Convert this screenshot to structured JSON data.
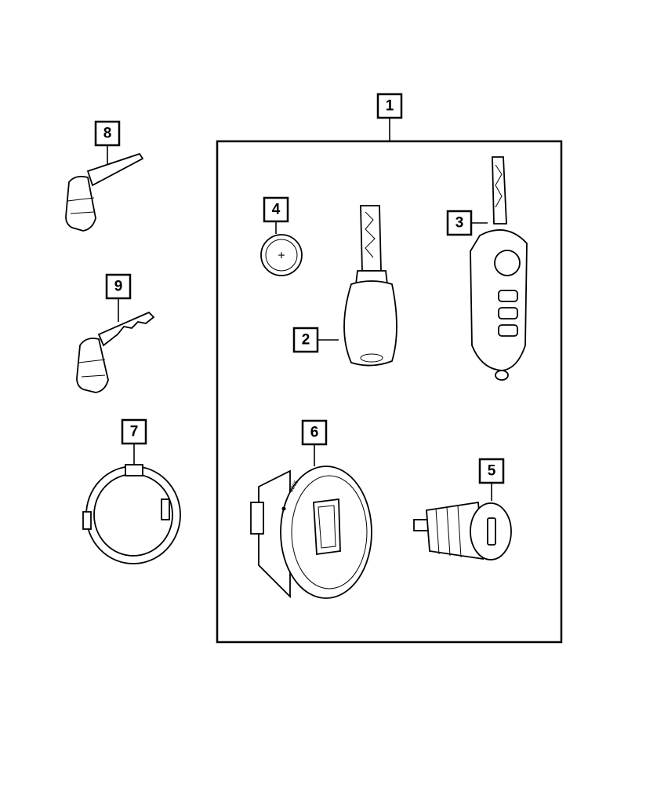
{
  "callouts": {
    "c1": "1",
    "c2": "2",
    "c3": "3",
    "c4": "4",
    "c5": "5",
    "c6": "6",
    "c7": "7",
    "c8": "8",
    "c9": "9"
  },
  "parts": {
    "battery_symbol": "+",
    "cylinder_marking": "C265"
  }
}
